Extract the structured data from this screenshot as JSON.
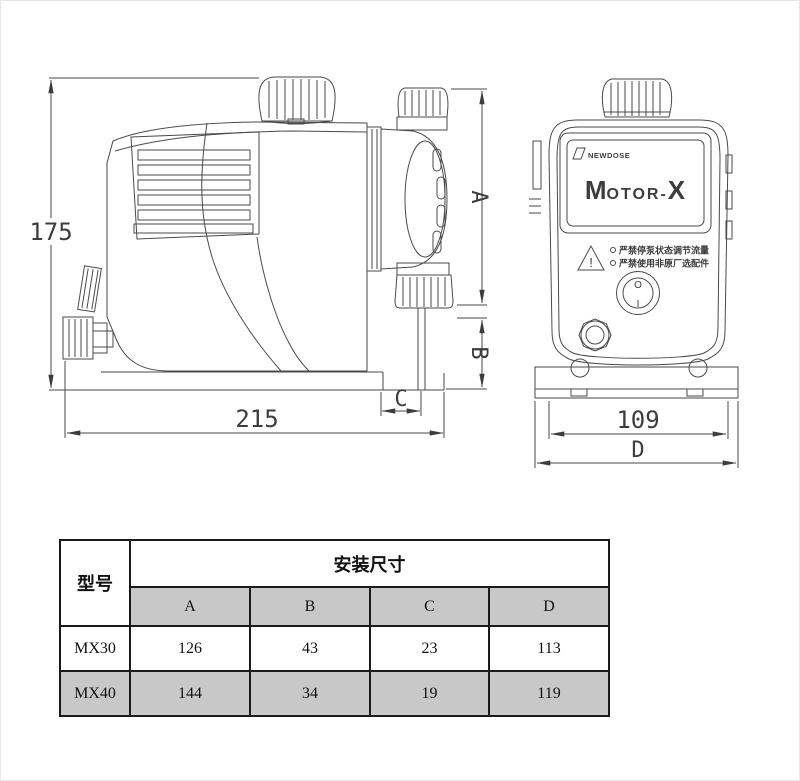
{
  "drawing": {
    "side": {
      "dim_height": "175",
      "dim_width": "215",
      "dim_a": "A",
      "dim_b": "B",
      "dim_c": "C"
    },
    "front": {
      "brand": "NEWDOSE",
      "logo_m": "M",
      "logo_otor": "OTOR-",
      "logo_x": "X",
      "warning_mark": "!",
      "warning_line1": "严禁停泵状态调节流量",
      "warning_line2": "严禁使用非原厂选配件",
      "switch_off": "O",
      "switch_on": "I",
      "dim_width": "109",
      "dim_d": "D"
    }
  },
  "table": {
    "model_header": "型号",
    "group_header": "安装尺寸",
    "columns": [
      "A",
      "B",
      "C",
      "D"
    ],
    "rows": [
      {
        "model": "MX30",
        "values": [
          "126",
          "43",
          "23",
          "113"
        ]
      },
      {
        "model": "MX40",
        "values": [
          "144",
          "34",
          "19",
          "119"
        ]
      }
    ],
    "colors": {
      "shaded_cell": "#c8c8c8",
      "border": "#1a1a1a",
      "background": "#ffffff"
    }
  }
}
